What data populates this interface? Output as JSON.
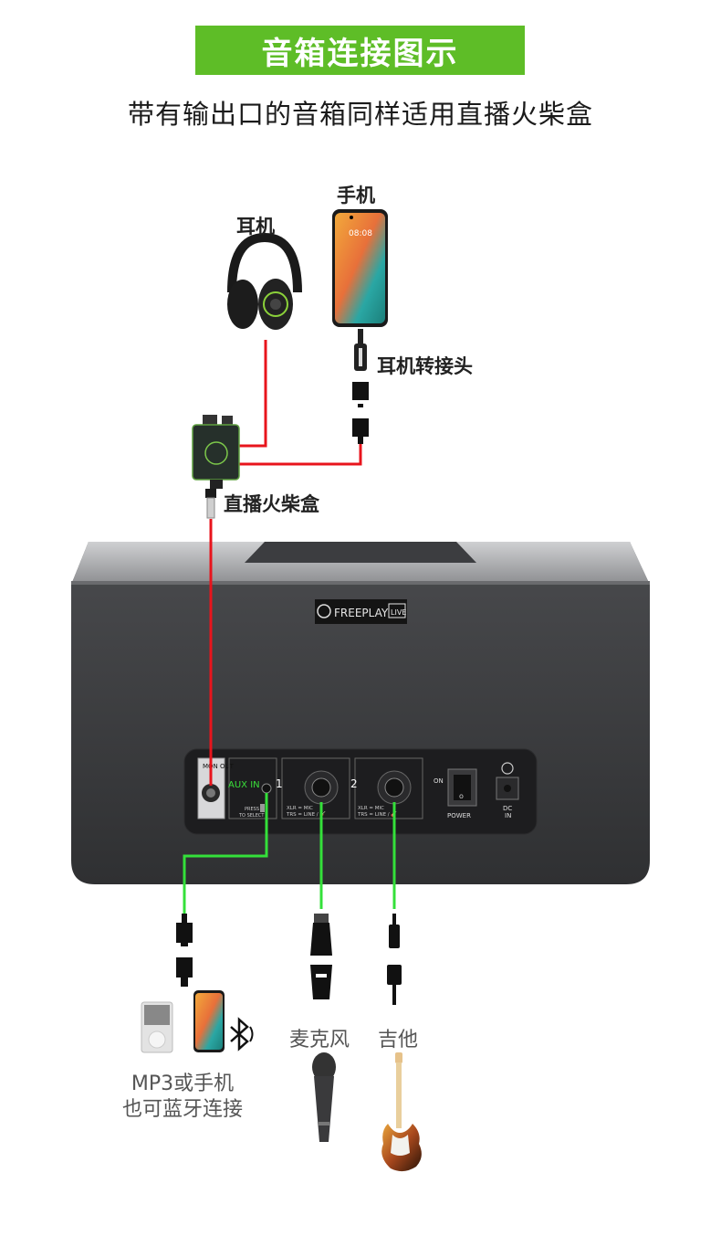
{
  "header": {
    "title": "音箱连接图示",
    "subtitle": "带有输出口的音箱同样适用直播火柴盒"
  },
  "labels": {
    "headphones": "耳机",
    "phone": "手机",
    "adapter": "耳机转接头",
    "live_box": "直播火柴盒",
    "mic": "麦克风",
    "guitar": "吉他",
    "mp3_line1": "MP3或手机",
    "mp3_line2": "也可蓝牙连接"
  },
  "speaker": {
    "brand": "FREEPLAY",
    "brand_badge": "LIVE",
    "panel": {
      "mon_out": "MON OUT",
      "aux_in": "AUX IN",
      "press_to_select_1": "PRESS",
      "press_to_select_2": "TO SELECT",
      "ch1": "1",
      "ch2": "2",
      "combo_note_1": "XLR = MIC",
      "combo_note_2": "TRS = LINE / 🎸",
      "switch_on": "ON",
      "power": "POWER",
      "dc_in_1": "DC",
      "dc_in_2": "IN"
    }
  },
  "phone_screen": {
    "time": "08:08"
  },
  "colors": {
    "banner_green": "#5ebd27",
    "red_cable": "#e8141c",
    "green_cable": "#34e03a",
    "speaker_body": "#3a3b3d"
  }
}
